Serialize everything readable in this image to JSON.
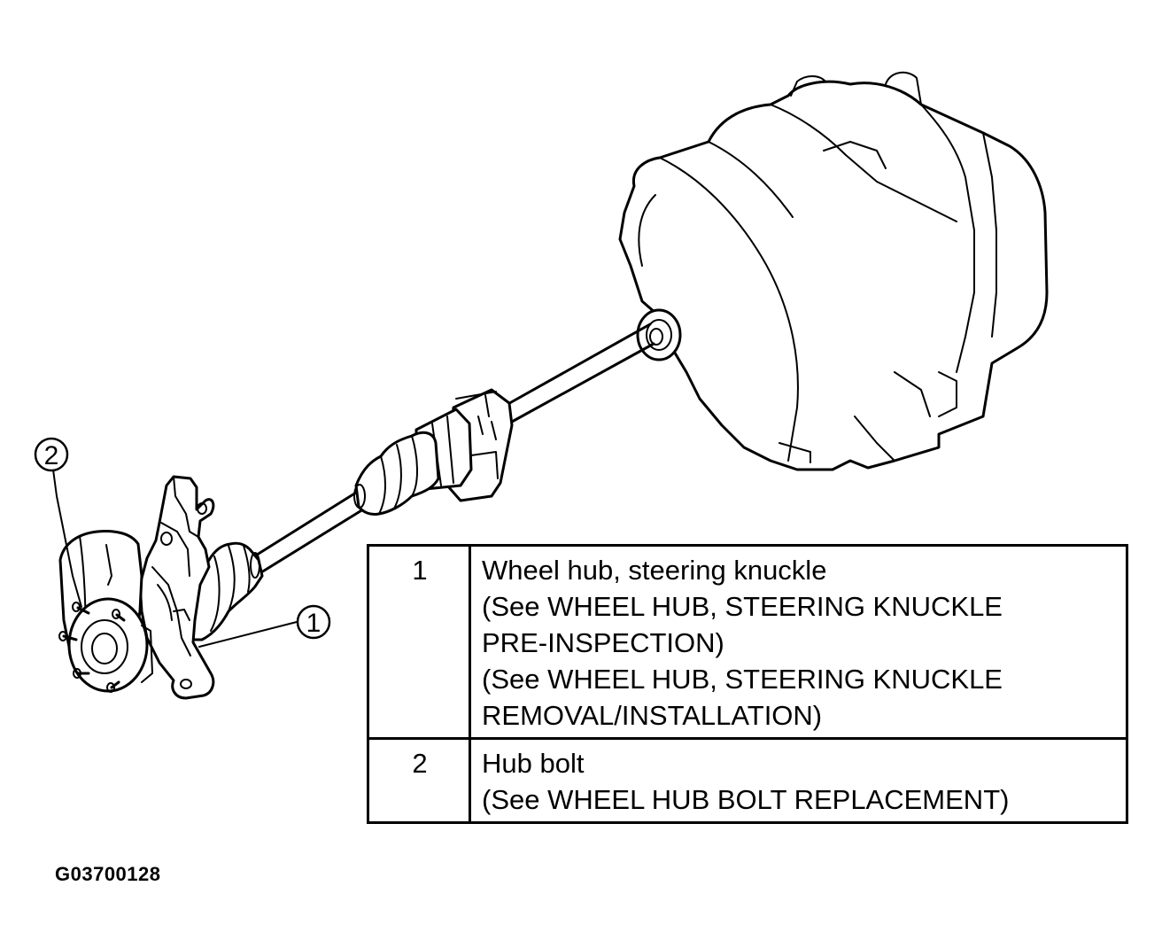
{
  "callouts": [
    "1",
    "2"
  ],
  "parts": [
    {
      "number": "1",
      "lines": [
        "Wheel hub, steering knuckle",
        "(See  WHEEL HUB, STEERING KNUCKLE",
        "PRE-INSPECTION)",
        "(See  WHEEL HUB, STEERING KNUCKLE",
        "REMOVAL/INSTALLATION)"
      ]
    },
    {
      "number": "2",
      "lines": [
        "Hub bolt",
        "(See  WHEEL HUB BOLT REPLACEMENT)"
      ]
    }
  ],
  "figure_code": "G03700128"
}
